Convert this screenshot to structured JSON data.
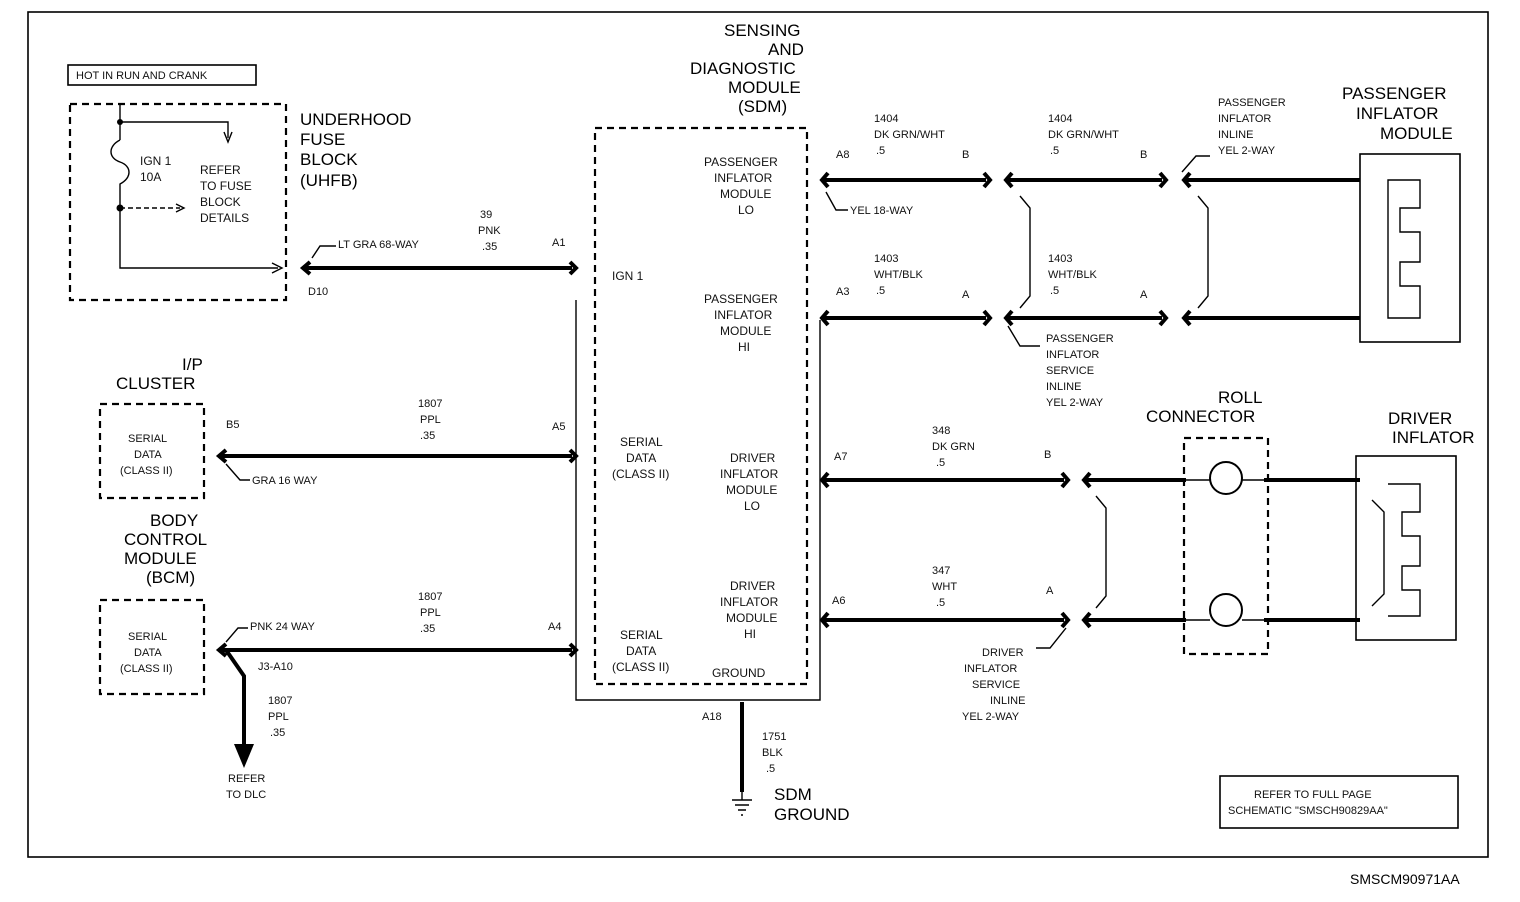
{
  "hot_in_run": "HOT IN RUN AND CRANK",
  "uhfb": {
    "title": [
      "UNDERHOOD",
      "FUSE",
      "BLOCK",
      "(UHFB)"
    ],
    "fuse": [
      "IGN 1",
      "10A"
    ],
    "refer": [
      "REFER",
      "TO FUSE",
      "BLOCK",
      "DETAILS"
    ],
    "connector": "LT GRA 68-WAY",
    "pin": "D10"
  },
  "sdm": {
    "title": [
      "SENSING",
      "AND",
      "DIAGNOSTIC",
      "MODULE",
      "(SDM)"
    ],
    "ign": "IGN 1",
    "serial1": [
      "SERIAL",
      "DATA",
      "(CLASS II)"
    ],
    "serial2": [
      "SERIAL",
      "DATA",
      "(CLASS II)"
    ],
    "pass_lo": [
      "PASSENGER",
      "INFLATOR",
      "MODULE",
      "LO"
    ],
    "pass_hi": [
      "PASSENGER",
      "INFLATOR",
      "MODULE",
      "HI"
    ],
    "drv_lo": [
      "DRIVER",
      "INFLATOR",
      "MODULE",
      "LO"
    ],
    "drv_hi": [
      "DRIVER",
      "INFLATOR",
      "MODULE",
      "HI"
    ],
    "ground_label": "GROUND",
    "connector": "YEL 18-WAY"
  },
  "wires": {
    "w39": [
      "39",
      "PNK",
      ".35"
    ],
    "w1807a": [
      "1807",
      "PPL",
      ".35"
    ],
    "w1807b": [
      "1807",
      "PPL",
      ".35"
    ],
    "w1807c": [
      "1807",
      "PPL",
      ".35"
    ],
    "w1404a": [
      "1404",
      "DK GRN/WHT",
      ".5"
    ],
    "w1404b": [
      "1404",
      "DK GRN/WHT",
      ".5"
    ],
    "w1403a": [
      "1403",
      "WHT/BLK",
      ".5"
    ],
    "w1403b": [
      "1403",
      "WHT/BLK",
      ".5"
    ],
    "w348": [
      "348",
      "DK GRN",
      ".5"
    ],
    "w347": [
      "347",
      "WHT",
      ".5"
    ],
    "w1751": [
      "1751",
      "BLK",
      ".5"
    ]
  },
  "pins": {
    "A1": "A1",
    "A5": "A5",
    "A4": "A4",
    "A8": "A8",
    "A3": "A3",
    "A7": "A7",
    "A6": "A6",
    "A18": "A18",
    "B5": "B5",
    "J3A10": "J3-A10",
    "pB1": "B",
    "pB2": "B",
    "pA1": "A",
    "pA2": "A",
    "dB": "B",
    "dA": "A"
  },
  "ip_cluster": {
    "title": [
      "I/P",
      "CLUSTER"
    ],
    "serial": [
      "SERIAL",
      "DATA",
      "(CLASS II)"
    ],
    "connector": "GRA 16 WAY"
  },
  "bcm": {
    "title": [
      "BODY",
      "CONTROL",
      "MODULE",
      "(BCM)"
    ],
    "serial": [
      "SERIAL",
      "DATA",
      "(CLASS II)"
    ],
    "connector": "PNK 24 WAY",
    "refer": [
      "REFER",
      "TO DLC"
    ]
  },
  "passenger": {
    "title": [
      "PASSENGER",
      "INFLATOR",
      "MODULE"
    ],
    "inline": [
      "PASSENGER",
      "INFLATOR",
      "INLINE",
      "YEL 2-WAY"
    ],
    "service": [
      "PASSENGER",
      "INFLATOR",
      "SERVICE",
      "INLINE",
      "YEL 2-WAY"
    ]
  },
  "driver": {
    "title": [
      "DRIVER",
      "INFLATOR"
    ],
    "roll": [
      "ROLL",
      "CONNECTOR"
    ],
    "service": [
      "DRIVER",
      "INFLATOR",
      "SERVICE",
      "INLINE",
      "YEL 2-WAY"
    ]
  },
  "sdm_ground": [
    "SDM",
    "GROUND"
  ],
  "refer_full": [
    "REFER TO FULL PAGE",
    "SCHEMATIC \"SMSCH90829AA\""
  ],
  "figure_id": "SMSCM90971AA"
}
